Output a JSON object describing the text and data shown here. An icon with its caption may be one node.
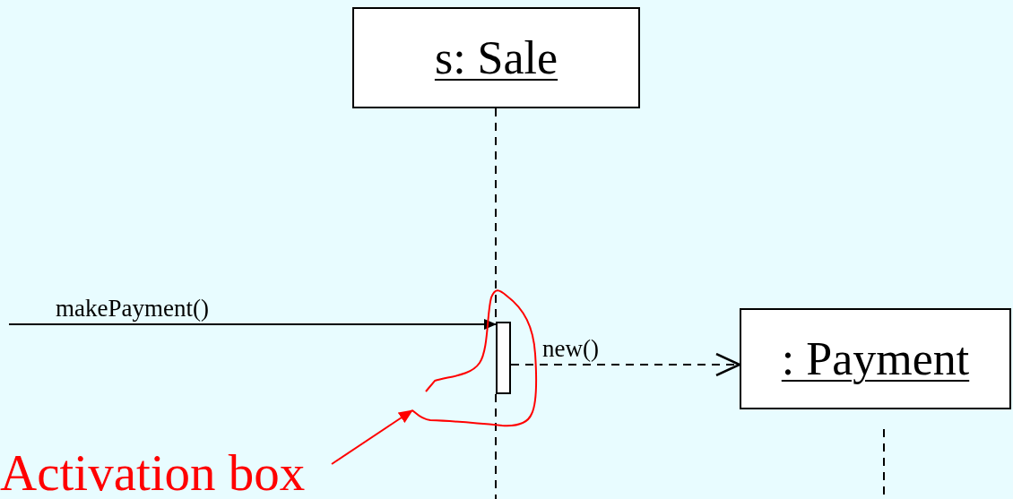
{
  "diagram": {
    "nodes": [
      {
        "text": [
          "s: Sale"
        ]
      },
      {
        "text": [
          ": Payment"
        ]
      },
      {
        "text": [],
        "shape": "box"
      },
      {
        "text": [
          "Activation box"
        ]
      }
    ],
    "edges": [
      {
        "from": null,
        "to": 2,
        "arrow": "to",
        "label": "makePayment()"
      },
      {
        "from": 2,
        "to": 1,
        "arrow": "to",
        "label": "new()",
        "style": "dashed"
      },
      {
        "from": 3,
        "to": null,
        "arrow": "to",
        "color": "#ff0000"
      },
      {
        "from": 0,
        "to": 2,
        "arrow": "none",
        "style": "dashed"
      },
      {
        "from": 2,
        "to": null,
        "arrow": "none",
        "style": "dashed"
      },
      {
        "from": 1,
        "to": null,
        "arrow": "none",
        "style": "dashed"
      }
    ]
  }
}
